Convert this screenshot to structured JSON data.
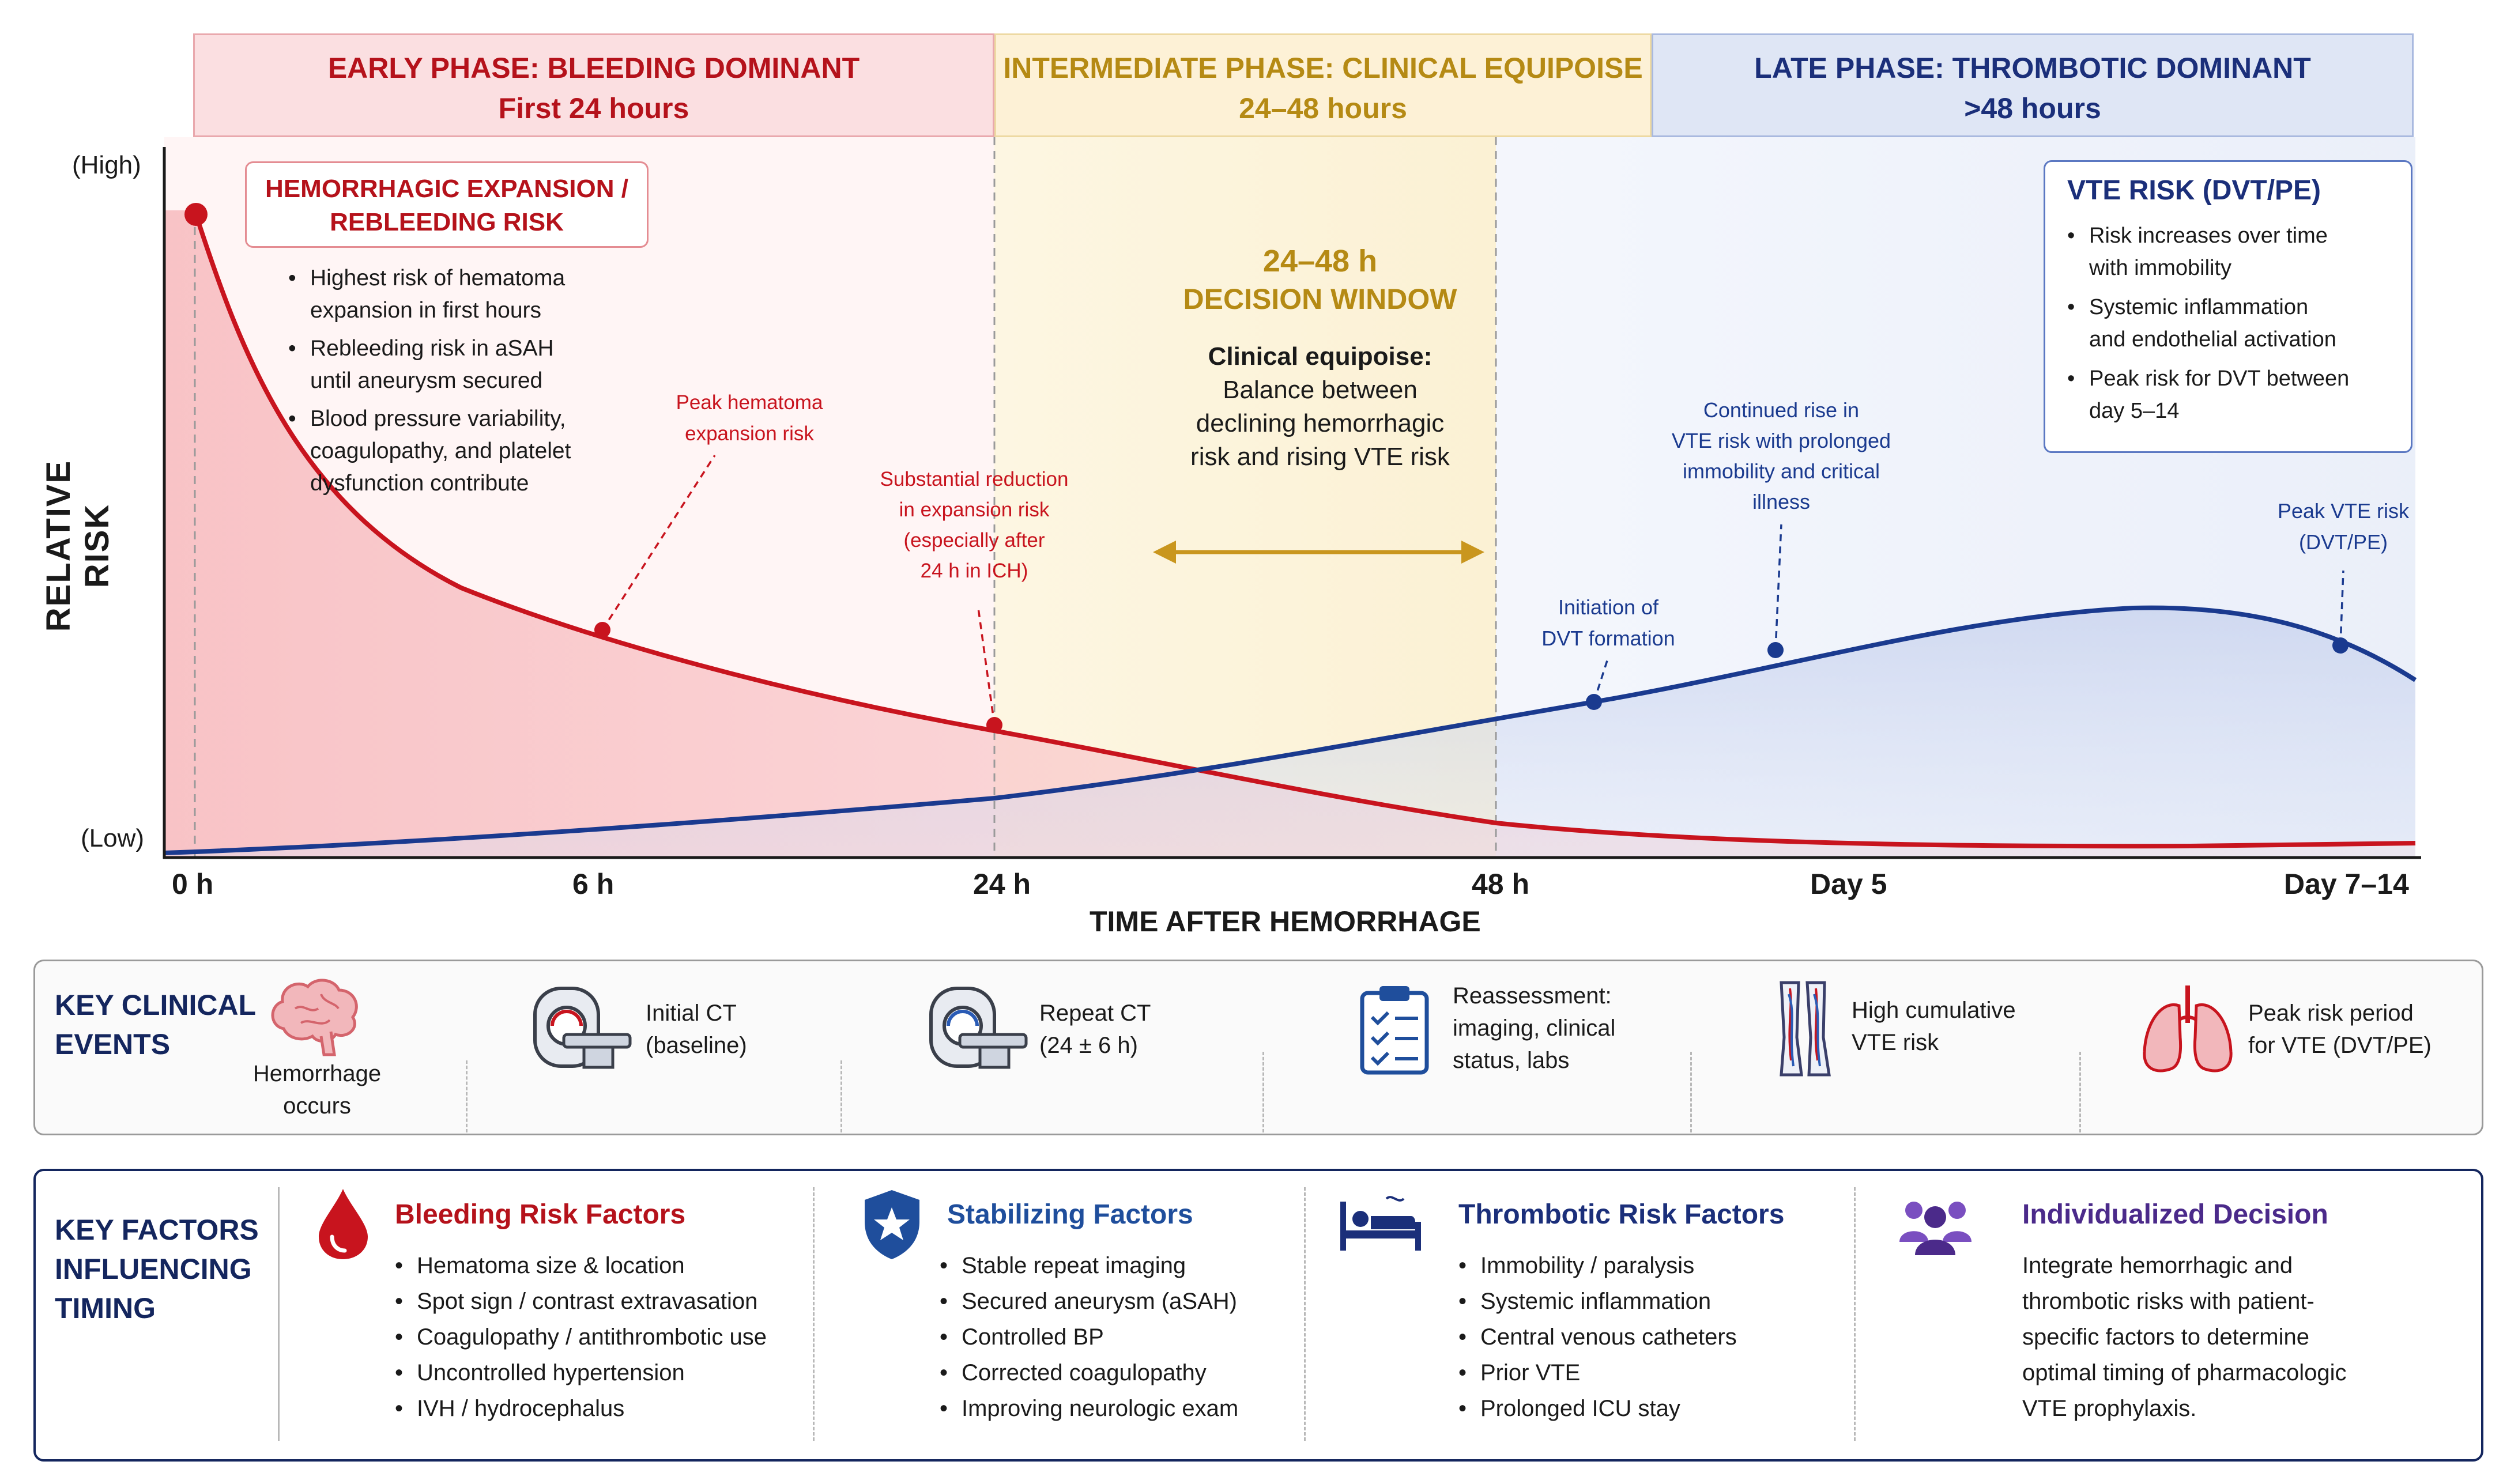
{
  "phases": [
    {
      "title": "EARLY PHASE: BLEEDING DOMINANT",
      "subtitle": "First 24 hours",
      "color": "#b5121b"
    },
    {
      "title": "INTERMEDIATE PHASE: CLINICAL EQUIPOISE",
      "subtitle": "24–48 hours",
      "color": "#b58a14"
    },
    {
      "title": "LATE PHASE: THROMBOTIC DOMINANT",
      "subtitle": ">48 hours",
      "color": "#1b2f7a"
    }
  ],
  "axes": {
    "y_label": "RELATIVE RISK",
    "y_high": "(High)",
    "y_low": "(Low)",
    "x_label": "TIME AFTER HEMORRHAGE",
    "x_ticks": [
      "0 h",
      "6 h",
      "24 h",
      "48 h",
      "Day 5",
      "Day 7–14"
    ]
  },
  "hemorrhagic_box": {
    "title_line1": "HEMORRHAGIC EXPANSION /",
    "title_line2": "REBLEEDING RISK",
    "bullets": [
      [
        "Highest risk of hematoma",
        "expansion in first hours"
      ],
      [
        "Rebleeding risk in aSAH",
        "until aneurysm secured"
      ],
      [
        "Blood pressure variability,",
        "coagulopathy, and platelet",
        "dysfunction contribute"
      ]
    ]
  },
  "decision_window": {
    "line1": "24–48 h",
    "line2": "DECISION WINDOW",
    "equipoise_title": "Clinical equipoise:",
    "equipoise_lines": [
      "Balance between",
      "declining hemorrhagic",
      "risk and rising VTE risk"
    ]
  },
  "vte_box": {
    "title": "VTE RISK (DVT/PE)",
    "bullets": [
      [
        "Risk increases over time",
        "with immobility"
      ],
      [
        "Systemic inflammation",
        "and endothelial activation"
      ],
      [
        "Peak risk for DVT between",
        "day 5–14"
      ]
    ]
  },
  "annotations": {
    "peak_hematoma": [
      "Peak hematoma",
      "expansion risk"
    ],
    "substantial_reduction": [
      "Substantial reduction",
      "in expansion risk",
      "(especially after",
      "24 h in ICH)"
    ],
    "initiation_dvt": [
      "Initiation of",
      "DVT formation"
    ],
    "continued_rise": [
      "Continued rise in",
      "VTE risk with prolonged",
      "immobility and critical",
      "illness"
    ],
    "peak_vte": [
      "Peak VTE risk",
      "(DVT/PE)"
    ]
  },
  "key_events": {
    "heading": [
      "KEY CLINICAL",
      "EVENTS"
    ],
    "items": [
      {
        "icon": "brain-icon",
        "lines": [
          "Hemorrhage",
          "occurs"
        ]
      },
      {
        "icon": "ct-scanner-icon",
        "lines": [
          "Initial CT",
          "(baseline)"
        ]
      },
      {
        "icon": "ct-scanner-icon",
        "lines": [
          "Repeat CT",
          "(24 ± 6 h)"
        ]
      },
      {
        "icon": "clipboard-icon",
        "lines": [
          "Reassessment:",
          "imaging, clinical",
          "status, labs"
        ]
      },
      {
        "icon": "leg-veins-icon",
        "lines": [
          "High cumulative",
          "VTE risk"
        ]
      },
      {
        "icon": "lungs-icon",
        "lines": [
          "Peak risk period",
          "for VTE (DVT/PE)"
        ]
      }
    ]
  },
  "key_factors": {
    "heading": [
      "KEY FACTORS",
      "INFLUENCING",
      "TIMING"
    ],
    "groups": [
      {
        "title": "Bleeding Risk Factors",
        "color": "#b5121b",
        "icon": "blood-drop-icon",
        "items": [
          "Hematoma size & location",
          "Spot sign / contrast extravasation",
          "Coagulopathy / antithrombotic use",
          "Uncontrolled hypertension",
          "IVH / hydrocephalus"
        ]
      },
      {
        "title": "Stabilizing Factors",
        "color": "#1f4e9c",
        "icon": "shield-star-icon",
        "items": [
          "Stable repeat imaging",
          "Secured aneurysm (aSAH)",
          "Controlled BP",
          "Corrected coagulopathy",
          "Improving neurologic exam"
        ]
      },
      {
        "title": "Thrombotic Risk Factors",
        "color": "#1b2f7a",
        "icon": "patient-bed-icon",
        "items": [
          "Immobility / paralysis",
          "Systemic inflammation",
          "Central venous catheters",
          "Prior VTE",
          "Prolonged ICU stay"
        ]
      },
      {
        "title": "Individualized Decision",
        "color": "#4b2a8a",
        "icon": "people-group-icon",
        "text": [
          "Integrate hemorrhagic and",
          "thrombotic risks with patient-",
          "specific factors to determine",
          "optimal timing of pharmacologic",
          "VTE prophylaxis."
        ]
      }
    ]
  },
  "colors": {
    "bleeding": "#c8141e",
    "thrombotic": "#1a3a8f",
    "equipoise": "#c9961e",
    "navy_text": "#14265e"
  }
}
